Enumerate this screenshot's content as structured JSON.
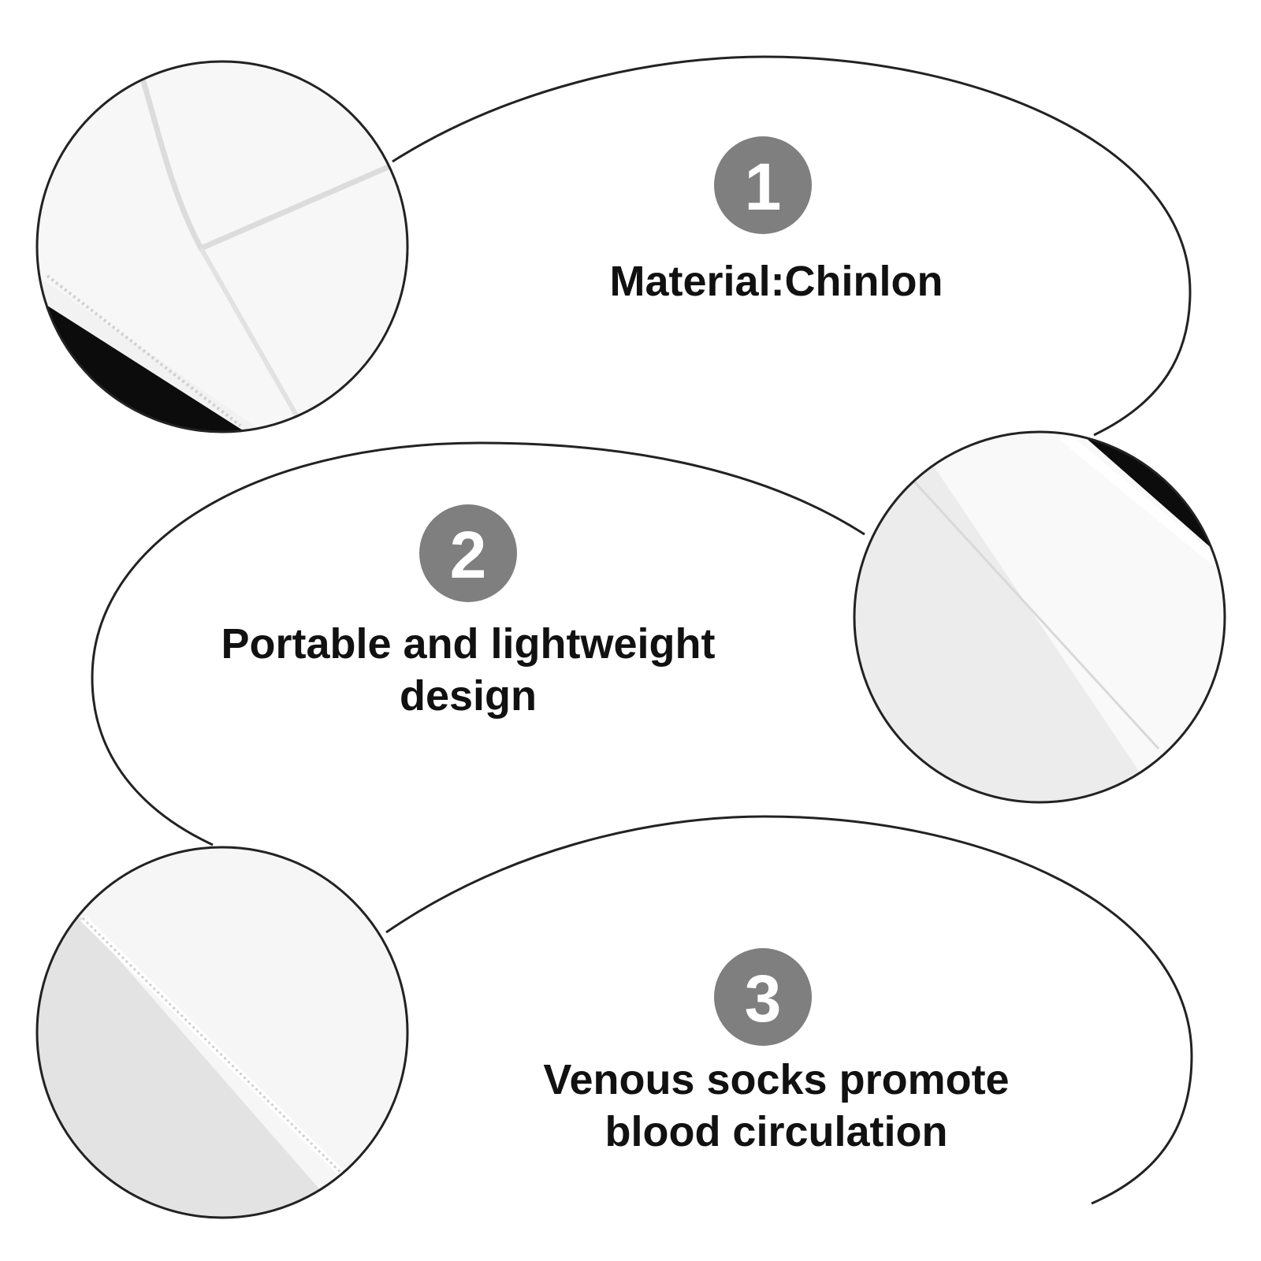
{
  "features": [
    {
      "number": "1",
      "lines": [
        "Material:Chinlon"
      ]
    },
    {
      "number": "2",
      "lines": [
        "Portable and lightweight",
        "design"
      ]
    },
    {
      "number": "3",
      "lines": [
        "Venous socks promote",
        "blood circulation"
      ]
    }
  ],
  "colors": {
    "badge": "#7f7f7f",
    "outline": "#222222",
    "text": "#111111",
    "fabric_light": "#f7f7f7",
    "fabric_shade": "#e6e6e6",
    "fabric_dark": "#0c0c0c"
  }
}
